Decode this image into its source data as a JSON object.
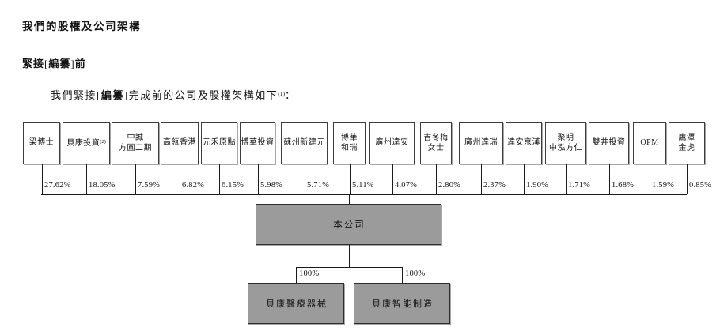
{
  "page": {
    "title": "我們的股權及公司架構",
    "heading2": {
      "pre": "緊接",
      "bracket_open": "[",
      "bracket_text": "編纂",
      "bracket_close": "]",
      "post": "前"
    },
    "intro": {
      "pre": "我們緊接",
      "bracket_open": "[",
      "bracket_text": "編纂",
      "bracket_close": "]",
      "mid": "完成前的公司及股權架構如下",
      "footnote_sup": "(1)",
      "tail": "："
    }
  },
  "diagram": {
    "shareholders": [
      {
        "lines": [
          "梁博士"
        ],
        "sup": "",
        "percent": "27.62%"
      },
      {
        "lines": [
          "貝康投資"
        ],
        "sup": "(2)",
        "percent": "18.05%"
      },
      {
        "lines": [
          "中誠",
          "方圓二期"
        ],
        "sup": "",
        "percent": "7.59%"
      },
      {
        "lines": [
          "高瓴香港"
        ],
        "sup": "",
        "percent": "6.82%"
      },
      {
        "lines": [
          "元禾原點"
        ],
        "sup": "",
        "percent": "6.15%"
      },
      {
        "lines": [
          "博華投資"
        ],
        "sup": "",
        "percent": "5.98%"
      },
      {
        "lines": [
          "蘇州新建元"
        ],
        "sup": "",
        "percent": "5.71%"
      },
      {
        "lines": [
          "博華",
          "和瑞"
        ],
        "sup": "",
        "percent": "5.11%"
      },
      {
        "lines": [
          "廣州達安"
        ],
        "sup": "",
        "percent": "4.07%"
      },
      {
        "lines": [
          "吉冬梅",
          "女士"
        ],
        "sup": "",
        "percent": "2.80%"
      },
      {
        "lines": [
          "廣州達瑞"
        ],
        "sup": "",
        "percent": "2.37%"
      },
      {
        "lines": [
          "達安京漢"
        ],
        "sup": "",
        "percent": "1.90%"
      },
      {
        "lines": [
          "聚明",
          "中泓方仁"
        ],
        "sup": "",
        "percent": "1.71%"
      },
      {
        "lines": [
          "雙井投資"
        ],
        "sup": "",
        "percent": "1.68%"
      },
      {
        "lines": [
          "OPM"
        ],
        "sup": "",
        "percent": "1.59%"
      },
      {
        "lines": [
          "鷹潭",
          "金虎"
        ],
        "sup": "",
        "percent": "0.85%"
      }
    ],
    "company": {
      "name": "本公司"
    },
    "subsidiaries": [
      {
        "name": "貝康醫療器械",
        "percent": "100%"
      },
      {
        "name": "貝康智能制造",
        "percent": "100%"
      }
    ]
  }
}
